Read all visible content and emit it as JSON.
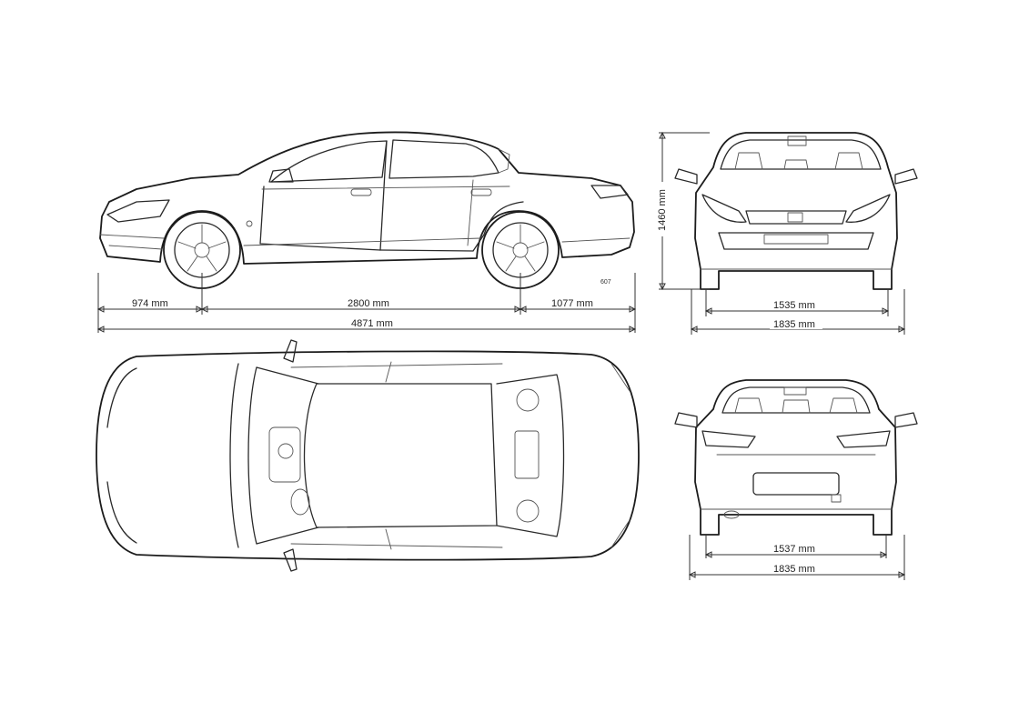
{
  "side_view": {
    "front_overhang": "974 mm",
    "wheelbase": "2800 mm",
    "rear_overhang": "1077 mm",
    "overall_length": "4871 mm",
    "badge": "607"
  },
  "front_view": {
    "height": "1460 mm",
    "front_track": "1535 mm",
    "overall_width": "1835 mm"
  },
  "rear_view": {
    "rear_track": "1537 mm",
    "overall_width": "1835 mm"
  }
}
